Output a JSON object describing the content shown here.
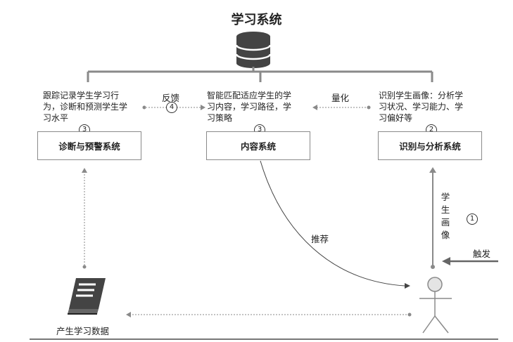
{
  "title": "学习系统",
  "systems": {
    "diagnosis": {
      "label": "诊断与预警系统",
      "number": "3",
      "description": [
        "跟踪记录学生学习行",
        "为，诊断和预测学生学",
        "习水平"
      ]
    },
    "content": {
      "label": "内容系统",
      "number": "3",
      "description": [
        "智能匹配适应学生的学",
        "习内容，学习路径，学",
        "习策略"
      ]
    },
    "recognition": {
      "label": "识别与分析系统",
      "number": "2",
      "description": [
        "识别学生画像：分析学",
        "习状况、学习能力、学",
        "习偏好等"
      ]
    }
  },
  "flows": {
    "feedback": {
      "label": "反馈",
      "number": "4"
    },
    "quantify": {
      "label": "量化"
    },
    "recommend": {
      "label": "推荐"
    },
    "trigger": {
      "label": "触发"
    },
    "portrait": {
      "chars": [
        "学",
        "生",
        "画",
        "像"
      ],
      "number": "1"
    }
  },
  "data_source": {
    "label": "产生学习数据"
  }
}
